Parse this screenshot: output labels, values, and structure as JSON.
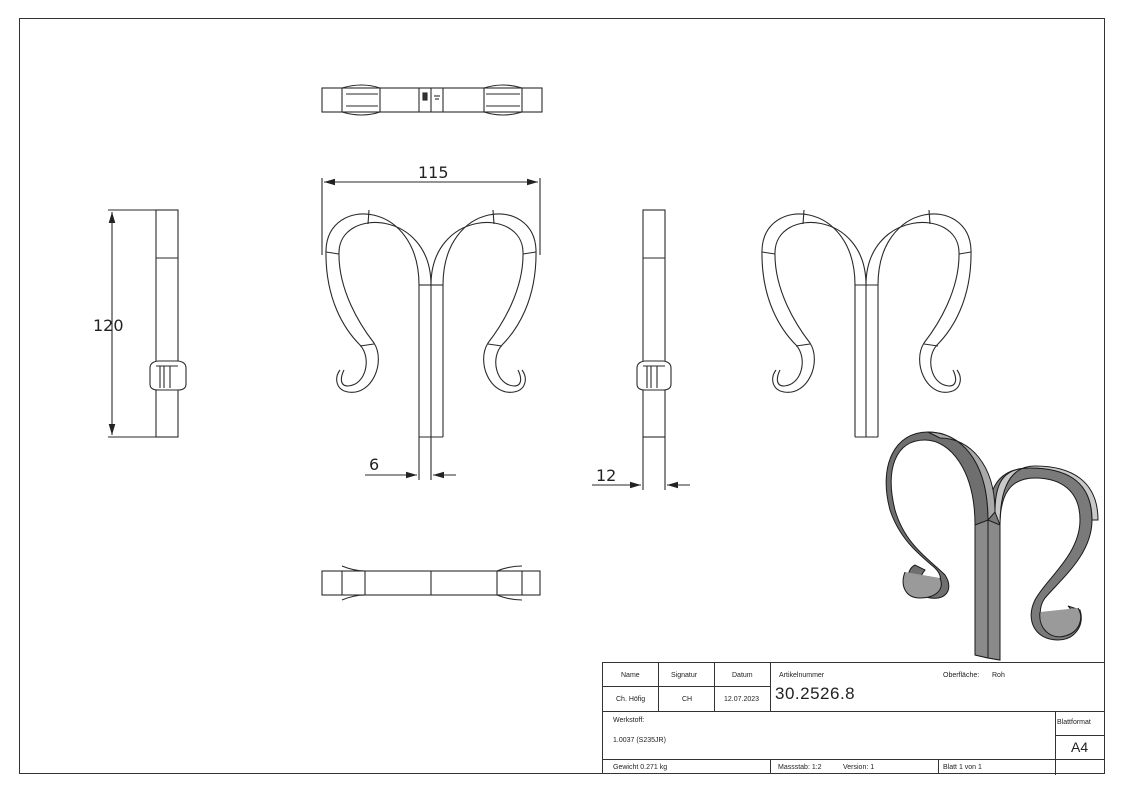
{
  "dimensions": {
    "width_115": "115",
    "height_120": "120",
    "thickness_6": "6",
    "thickness_12": "12"
  },
  "title_block": {
    "name_label": "Name",
    "signature_label": "Signatur",
    "date_label": "Datum",
    "article_label": "Artikelnummer",
    "surface_label": "Oberfläche:",
    "surface_value": "Roh",
    "name_value": "Ch. Höfig",
    "signature_value": "CH",
    "date_value": "12.07.2023",
    "article_value": "30.2526.8",
    "material_label": "Werkstoff:",
    "material_value": "1.0037 (S235JR)",
    "format_label": "Blattformat",
    "format_value": "A4",
    "weight": "Gewicht 0.271 kg",
    "scale": "Massstab: 1:2",
    "version": "Version: 1",
    "sheet": "Blatt 1 von 1"
  }
}
